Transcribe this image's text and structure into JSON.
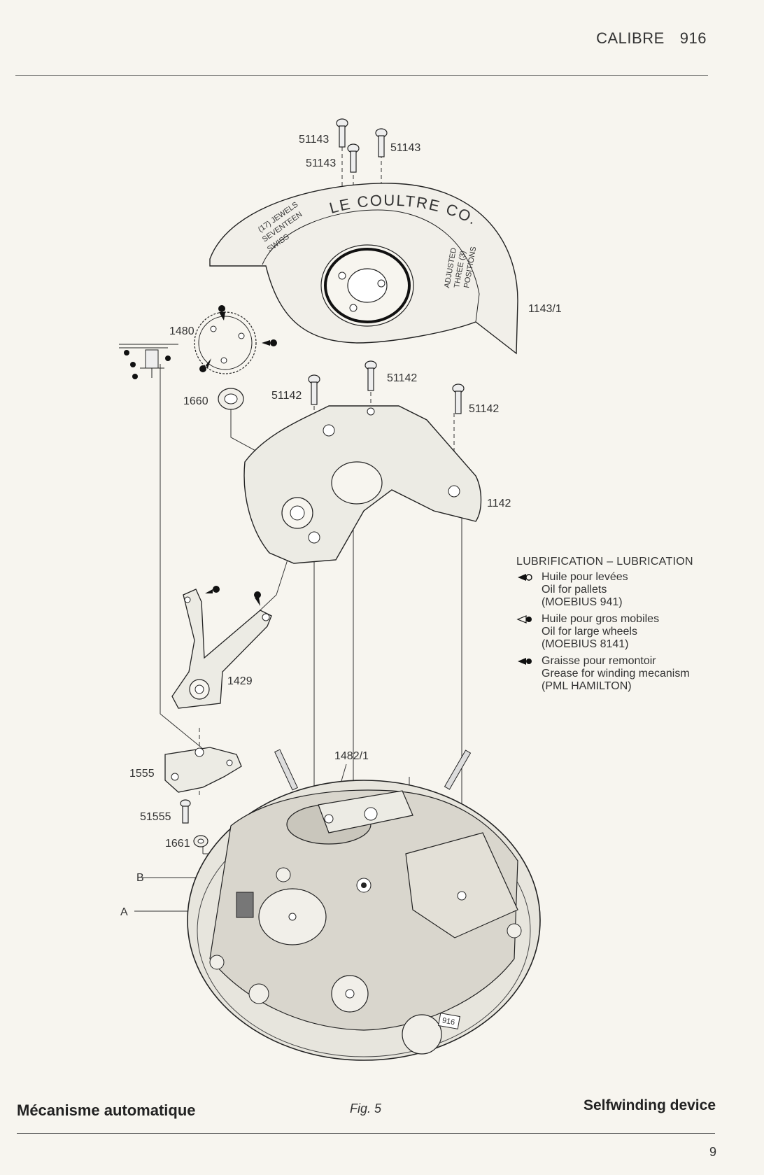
{
  "header": {
    "calibre_label": "CALIBRE",
    "calibre_number": "916"
  },
  "rotor_text": {
    "brand": "LE COULTRE CO.",
    "jewels": [
      "SWISS",
      "SEVENTEEN",
      "(17) JEWELS"
    ],
    "adjusted": [
      "ADJUSTED",
      "THREE (3)",
      "POSITIONS"
    ]
  },
  "part_labels": {
    "screw_rotor_a": "51143",
    "screw_rotor_b": "51143",
    "screw_rotor_c": "51143",
    "rotor": "1143/1",
    "wheel": "1480",
    "washer": "1660",
    "screw_bridge_a": "51142",
    "screw_bridge_b": "51142",
    "screw_bridge_c": "51142",
    "bridge": "1142",
    "lever": "1429",
    "clicker": "1555",
    "clicker_screw": "51555",
    "bearing": "1661",
    "reverser": "1482/1",
    "point_b": "B",
    "point_a": "A",
    "movement_mark": "916"
  },
  "legend": {
    "title": "LUBRIFICATION – LUBRICATION",
    "items": [
      {
        "fr": "Huile pour levées",
        "en": "Oil for pallets",
        "product": "(MOEBIUS 941)"
      },
      {
        "fr": "Huile pour gros mobiles",
        "en": "Oil for large wheels",
        "product": "(MOEBIUS 8141)"
      },
      {
        "fr": "Graisse pour remontoir",
        "en": "Grease for winding mecanism",
        "product": "(PML HAMILTON)"
      }
    ]
  },
  "footer": {
    "left_title": "Mécanisme automatique",
    "figure": "Fig. 5",
    "right_title": "Selfwinding device",
    "page": "9"
  }
}
